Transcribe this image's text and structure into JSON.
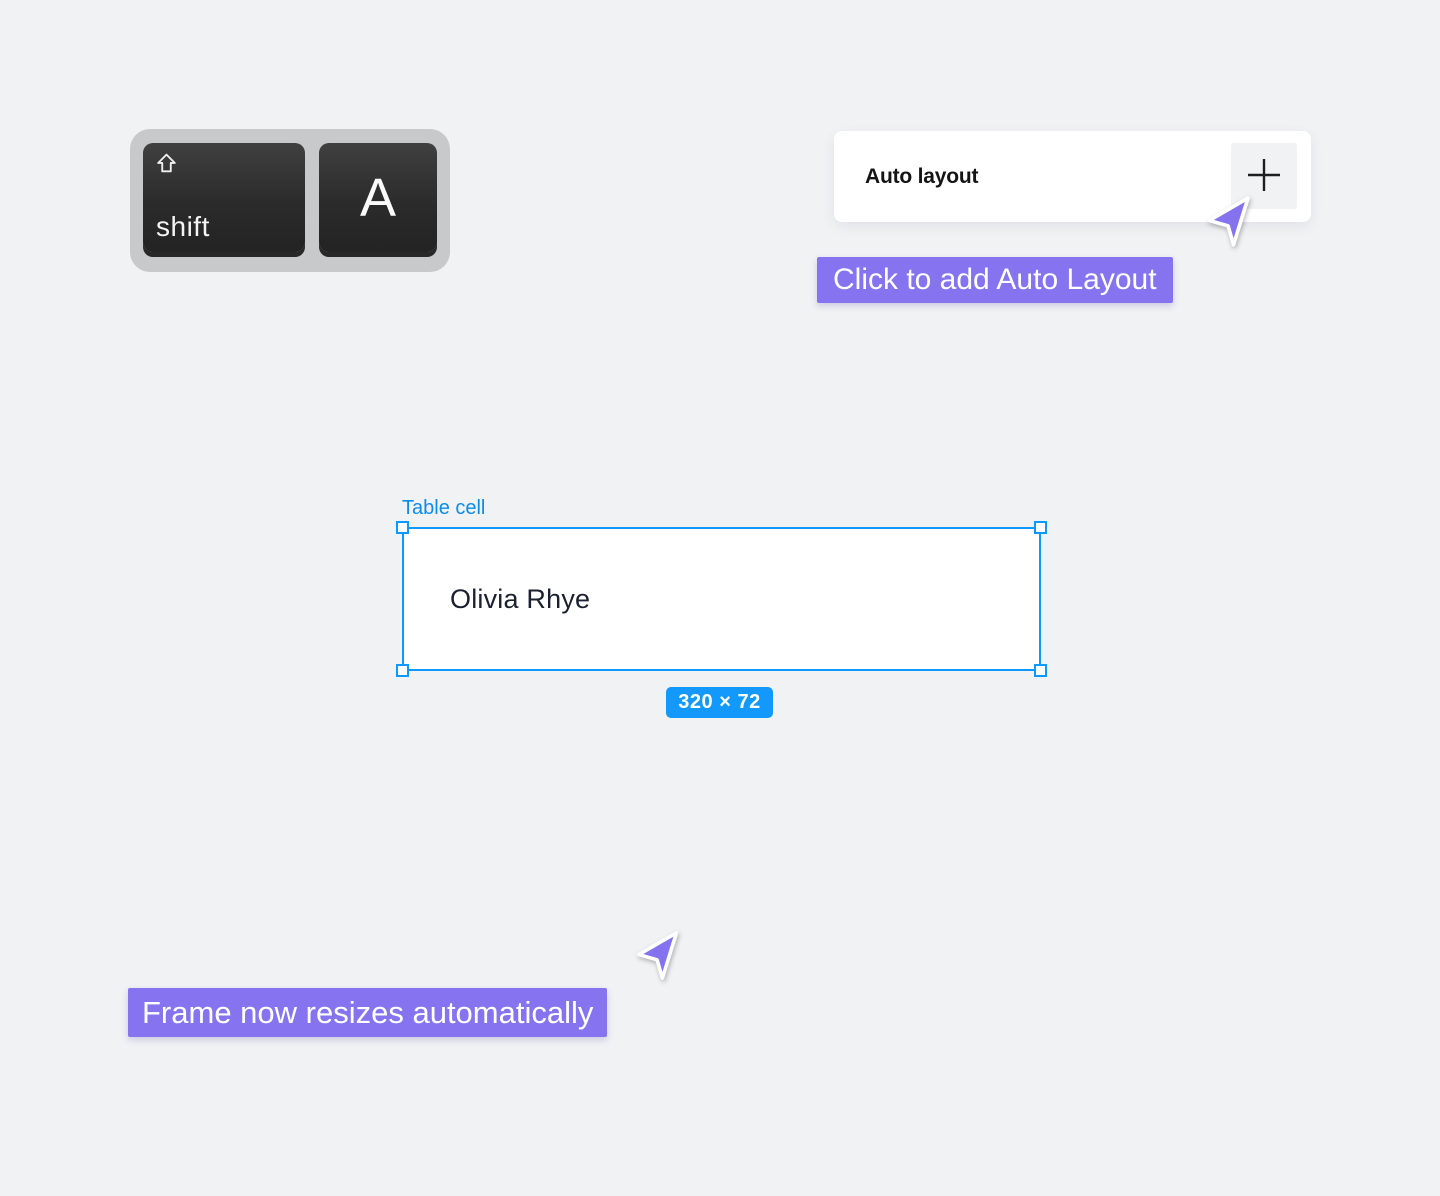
{
  "colors": {
    "page_background": "#f1f2f4",
    "accent_purple": "#8673f0",
    "cursor_purple": "#8472ee",
    "selection_blue": "#0d99ff",
    "size_badge_blue": "#1399fb",
    "keycap_dark": "#2b2b2b",
    "keyboard_tray_gray": "#c8c9cb"
  },
  "keyboard_shortcut": {
    "keys": [
      {
        "label": "shift",
        "icon": "shift-arrow-icon"
      },
      {
        "label": "A"
      }
    ]
  },
  "auto_layout_panel": {
    "title": "Auto layout",
    "add_button_icon": "plus-icon"
  },
  "callouts": [
    {
      "id": "add-auto-layout",
      "text": "Click to add Auto Layout"
    },
    {
      "id": "frame-resizes",
      "text": "Frame now resizes automatically"
    }
  ],
  "selection": {
    "frame_name": "Table cell",
    "cell_text": "Olivia Rhye",
    "size_badge": "320 × 72"
  },
  "icons": {
    "cursor": "cursor-arrow-icon",
    "shift": "shift-arrow-icon",
    "add": "plus-icon"
  }
}
